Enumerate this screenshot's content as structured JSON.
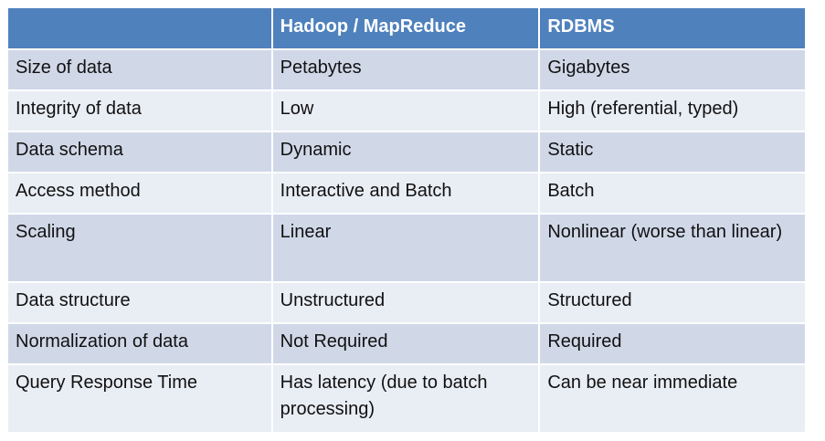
{
  "table": {
    "headers": [
      "",
      "Hadoop / MapReduce",
      "RDBMS"
    ],
    "rows": [
      [
        "Size of data",
        "Petabytes",
        "Gigabytes"
      ],
      [
        "Integrity of data",
        "Low",
        "High (referential, typed)"
      ],
      [
        "Data schema",
        "Dynamic",
        "Static"
      ],
      [
        "Access method",
        "Interactive and Batch",
        "Batch"
      ],
      [
        "Scaling",
        "Linear",
        "Nonlinear (worse than linear)"
      ],
      [
        "Data structure",
        "Unstructured",
        "Structured"
      ],
      [
        "Normalization of data",
        "Not Required",
        "Required"
      ],
      [
        "Query Response Time",
        "Has latency (due to batch processing)",
        "Can be near immediate"
      ]
    ]
  },
  "colors": {
    "header_bg": "#4f81bd",
    "row_odd_bg": "#d0d8e8",
    "row_even_bg": "#e9edf4"
  }
}
